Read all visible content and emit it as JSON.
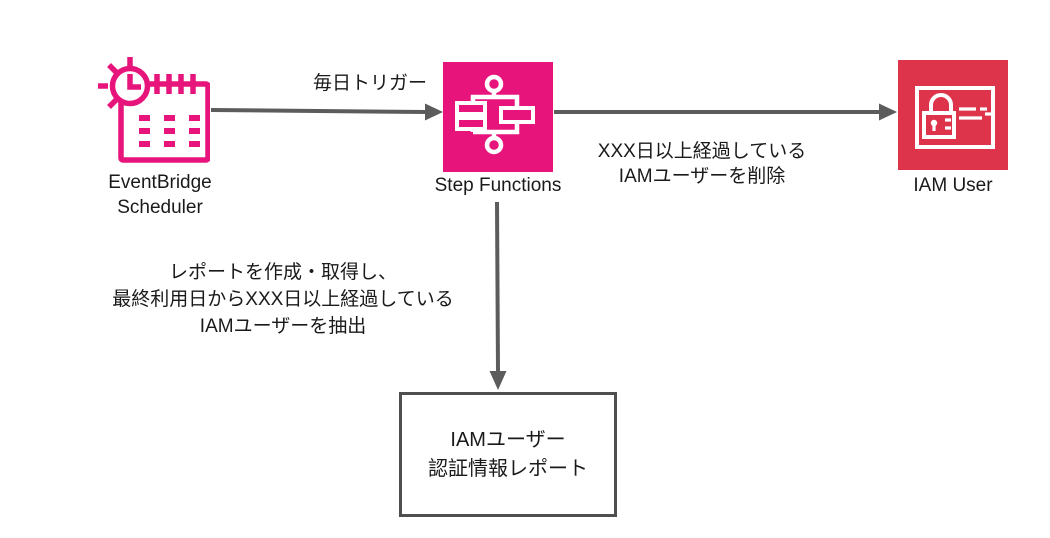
{
  "nodes": {
    "eventbridge": {
      "line1": "EventBridge",
      "line2": "Scheduler",
      "icon": "eventbridge-scheduler-icon"
    },
    "step_functions": {
      "label": "Step Functions",
      "icon": "step-functions-icon"
    },
    "iam_user": {
      "label": "IAM User",
      "icon": "iam-user-icon"
    },
    "report_box": {
      "line1": "IAMユーザー",
      "line2": "認証情報レポート"
    }
  },
  "edges": {
    "daily_trigger": {
      "label": "毎日トリガー"
    },
    "delete_users": {
      "line1": "XXX日以上経過している",
      "line2": "IAMユーザーを削除"
    },
    "extract_report": {
      "line1": "レポートを作成・取得し、",
      "line2": "最終利用日からXXX日以上経過している",
      "line3": "IAMユーザーを抽出"
    }
  },
  "colors": {
    "eventbridge_pink": "#E7157B",
    "step_functions_pink": "#E7157B",
    "iam_red": "#DD344C",
    "arrow_gray": "#5C5C5C",
    "box_border_gray": "#4F4F4F",
    "text_color": "#1A1A1A"
  }
}
